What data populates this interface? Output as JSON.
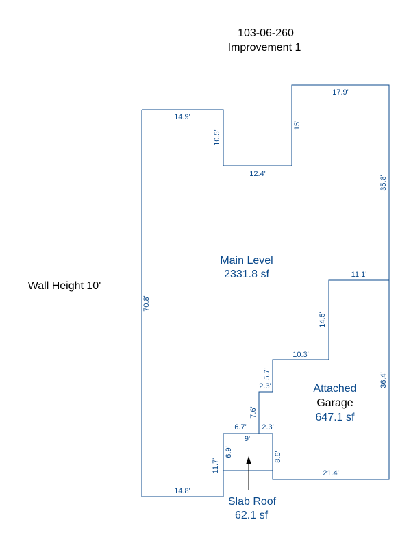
{
  "title": {
    "parcel": "103-06-260",
    "improvement": "Improvement 1"
  },
  "wall_height": "Wall Height 10'",
  "areas": {
    "main": {
      "name": "Main Level",
      "size": "2331.8 sf"
    },
    "garage": {
      "name_line1": "Attached",
      "name_line2": "Garage",
      "size": "647.1 sf"
    },
    "slab": {
      "name": "Slab Roof",
      "size": "62.1 sf"
    }
  },
  "dimensions": {
    "main_top_left": "14.9'",
    "main_notch_down": "10.5'",
    "main_notch_bottom": "12.4'",
    "main_notch_up": "15'",
    "main_top_right": "17.9'",
    "main_right": "35.8'",
    "main_left": "70.8'",
    "main_bottom": "14.8'",
    "garage_top": "11.1'",
    "garage_step1": "14.5'",
    "garage_step2": "10.3'",
    "garage_step3": "5.7'",
    "garage_step4": "2.3'",
    "garage_step5": "7.6'",
    "garage_step6": "2.3'",
    "garage_right": "36.4'",
    "garage_bottom": "21.4'",
    "garage_left": "8.6'",
    "slab_top": "6.7'",
    "slab_inner": "9'",
    "slab_left": "6.9'",
    "slab_side": "11.7'"
  }
}
